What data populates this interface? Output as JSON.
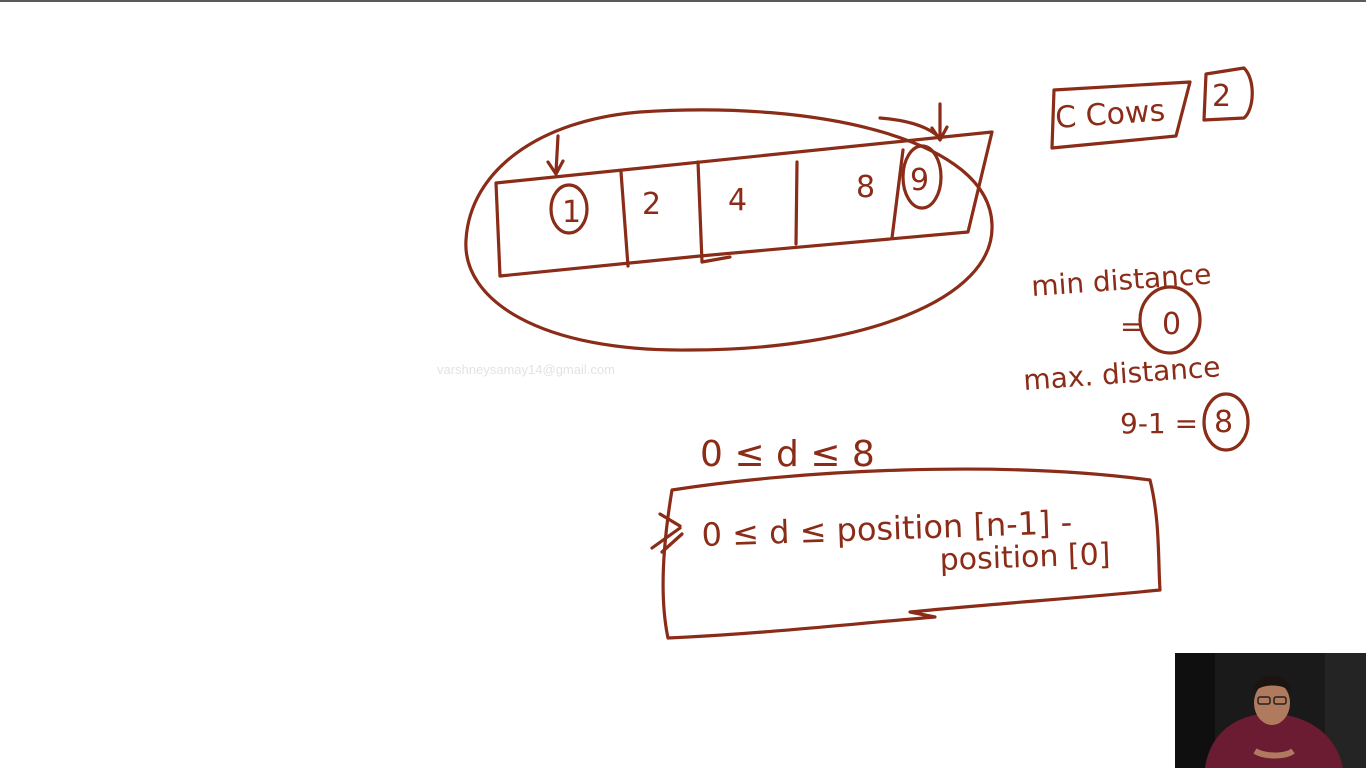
{
  "watermark": "varshneysamay14@gmail.com",
  "array_cells": [
    "1",
    "2",
    "4",
    "8",
    "9"
  ],
  "cows_label": "C Cows",
  "cows_value": "2",
  "min_distance": {
    "label": "min distance",
    "equals": "=",
    "value": "0"
  },
  "max_distance": {
    "label": "max. distance",
    "expr": "9-1 =",
    "value": "8"
  },
  "range_example": "0 ≤ d ≤ 8",
  "range_general": {
    "line1": "0 ≤ d ≤ position [n-1] -",
    "line2": "position [0]"
  },
  "colors": {
    "ink": "#8a2c17",
    "background": "#ffffff",
    "webcam_bg": "#1a1a1a",
    "presenter_shirt": "#6b1c33"
  }
}
